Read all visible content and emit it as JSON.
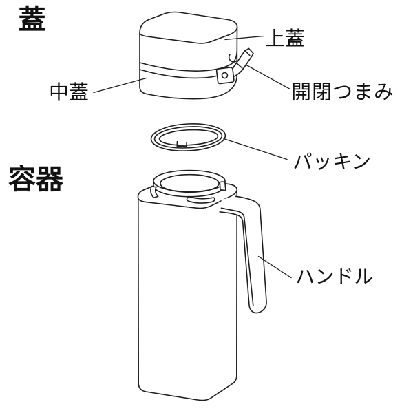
{
  "colors": {
    "line": "#1f1f1f",
    "text": "#111111",
    "background": "#ffffff"
  },
  "sections": {
    "lid": {
      "title": "蓋"
    },
    "container": {
      "title": "容器"
    }
  },
  "parts": {
    "upper_lid": {
      "label": "上蓋"
    },
    "middle_lid": {
      "label": "中蓋"
    },
    "open_close_knob": {
      "label": "開閉つまみ"
    },
    "packing": {
      "label": "パッキン"
    },
    "handle": {
      "label": "ハンドル"
    }
  }
}
